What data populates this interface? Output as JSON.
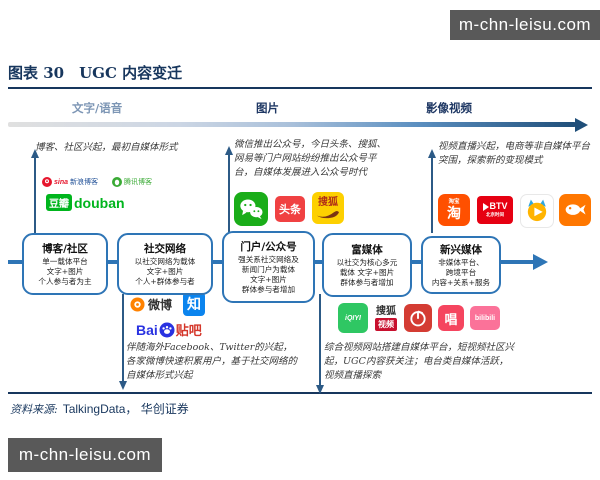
{
  "watermarks": {
    "top": "m-chn-leisu.com",
    "bottom": "m-chn-leisu.com"
  },
  "title": {
    "text": "图表 30　UGC 内容变迁"
  },
  "timeline": {
    "phases": [
      {
        "label": "文字/语音"
      },
      {
        "label": "图片"
      },
      {
        "label": "影像视频"
      }
    ]
  },
  "notes": {
    "blog": "博客、社区兴起，最初自媒体形式",
    "portal": "微信推出公众号，今日头条、搜狐、网易等门户网站纷纷推出公众号平台，自媒体发展进入公众号时代",
    "video": "视频直播兴起，电商等非自媒体平台突围，探索新的变现模式",
    "social": "伴随海外Facebook、Twitter的兴起，各家微博快速积累用户，基于社交网络的自媒体形式兴起",
    "richmedia": "综合视频网站搭建自媒体平台，短视频社区兴起，UGC内容获关注；电台类自媒体活跃，视频直播探索"
  },
  "stages": [
    {
      "title": "博客/社区",
      "line1": "单一载体平台",
      "line2": "文字+图片",
      "line3": "个人参与者为主"
    },
    {
      "title": "社交网络",
      "line1": "以社交网络为载体",
      "line2": "文字+图片",
      "line3": "个人+群体参与者"
    },
    {
      "title": "门户/公众号",
      "line1": "强关系社交网络及",
      "line2": "新闻门户为载体",
      "line3": "文字+图片",
      "line4": "群体参与者增加"
    },
    {
      "title": "富媒体",
      "line1": "以社交为核心多元",
      "line2": "载体 文字+图片",
      "line3": "群体参与者增加"
    },
    {
      "title": "新兴媒体",
      "line1": "非媒体平台、",
      "line2": "跨境平台",
      "line3": "内容+关系+服务"
    }
  ],
  "logos": {
    "sina_blog": {
      "brand": "sina",
      "label": "新浪博客"
    },
    "tencent_blog": {
      "label": "腾讯博客"
    },
    "douban": {
      "cn": "豆瓣",
      "en": "douban"
    },
    "toutiao": {
      "label": "头条"
    },
    "sohu": {
      "label": "搜狐"
    },
    "taobao": {
      "top": "淘宝",
      "label": "淘"
    },
    "btv": {
      "label": "BTV",
      "sub": "北京时间"
    },
    "weibo": {
      "label": "微博"
    },
    "zhihu": {
      "label": "知"
    },
    "tieba": {
      "en": "Bai",
      "cn": "贴吧"
    },
    "iqiyi": {
      "label": "iQIYI"
    },
    "sohu_video": {
      "cn": "搜狐",
      "label": "视频"
    },
    "changba": {
      "label": "唱"
    },
    "bilibili": {
      "label": "bilibili"
    }
  },
  "icons": {
    "wechat": "wechat-chat-bubbles",
    "netease_music": "vinyl-note",
    "douyu": "fish",
    "live_cat": "cat-play",
    "sohu_fox": "fox-swirl",
    "weibo": "sun-eye",
    "tieba": "paw",
    "timeline": "right-arrow"
  },
  "source": {
    "prefix": "资料来源:",
    "text": "TalkingData， 华创证券"
  },
  "colors": {
    "navy": "#17365d",
    "box_border": "#2e75b6",
    "arrow_dark": "#1f4e79",
    "watermark_bg": "#595959",
    "wechat_green": "#1aad19",
    "toutiao_red": "#f04142",
    "sohu_yellow": "#fdd000",
    "taobao_orange": "#ff5000",
    "btv_red": "#e60012",
    "iqiyi_green": "#2fc763",
    "music_red": "#d43c33",
    "changba_red": "#f5455f",
    "bilibili_pink": "#fb7299",
    "zhihu_blue": "#0b84ee",
    "douban_green": "#00b51d"
  }
}
